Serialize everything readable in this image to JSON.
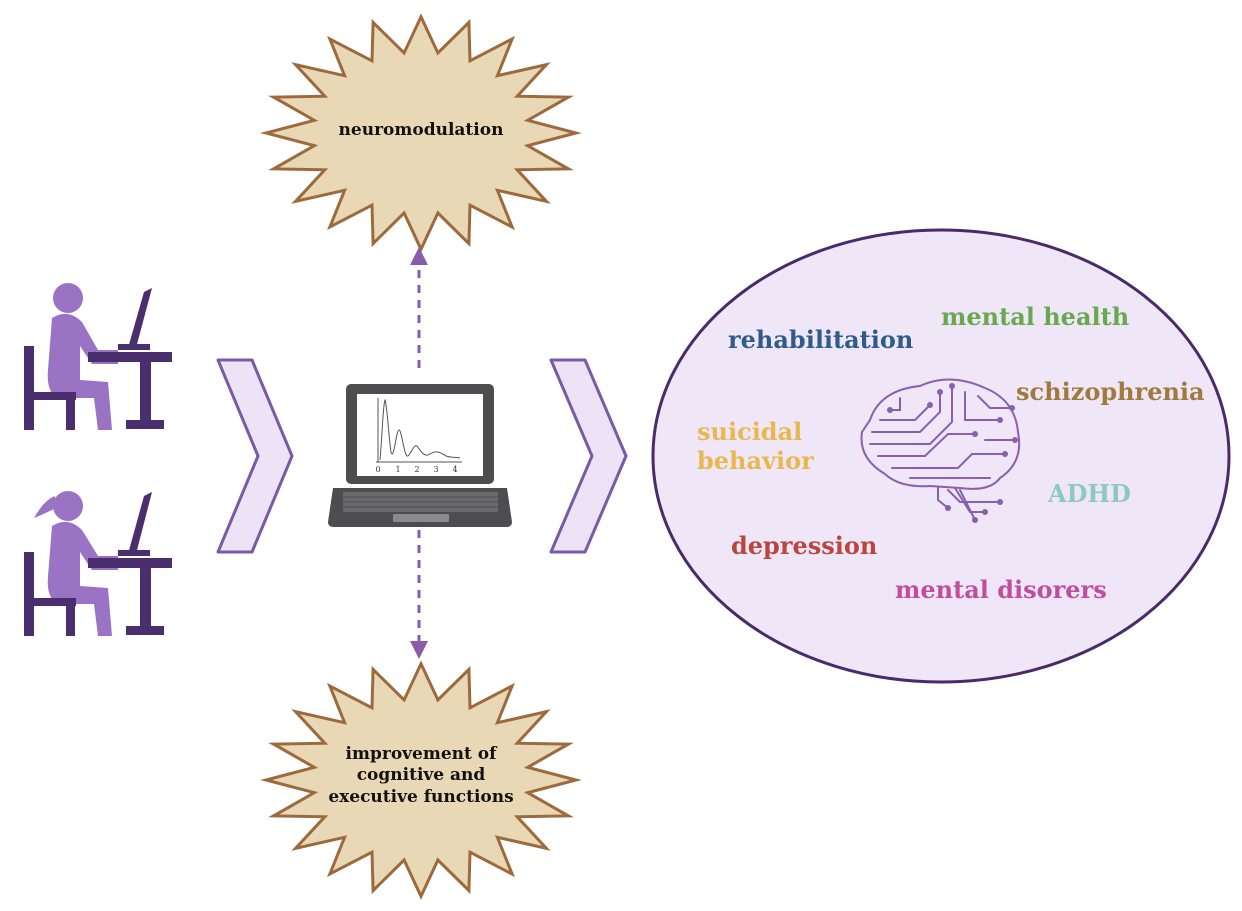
{
  "stars": {
    "top": "neuromodulation",
    "bottom": [
      "improvement of",
      "cognitive and",
      "executive functions"
    ]
  },
  "oval_terms": {
    "rehabilitation": "rehabilitation",
    "mental_health": "mental health",
    "schizophrenia": "schizophrenia",
    "suicidal": [
      "suicidal",
      "behavior"
    ],
    "adhd": "ADHD",
    "depression": "depression",
    "mental_disorders": "mental disorers"
  },
  "plot_ticks": [
    "0",
    "1",
    "2",
    "3",
    "4"
  ],
  "colors": {
    "purple_figure": "#9b73c4",
    "purple_dark": "#4b2e6e",
    "chevron_fill": "#ece3f6",
    "chevron_stroke": "#7a5aa5",
    "star_fill": "#e9d8b5",
    "star_stroke": "#9c6a3c",
    "oval_fill": "#efe7f8",
    "oval_stroke": "#4b2a6a",
    "arrow": "#8a5aab",
    "rehabilitation": "#2f5b8c",
    "mental_health": "#6aa84f",
    "schizophrenia": "#a07a3c",
    "suicidal": "#e8b84f",
    "adhd": "#8fc7c2",
    "depression": "#b8473f",
    "mental_disorders": "#c14d9e"
  },
  "icons": [
    "person-at-desk-icon",
    "woman-at-desk-icon",
    "laptop-icon",
    "circuit-brain-icon"
  ]
}
